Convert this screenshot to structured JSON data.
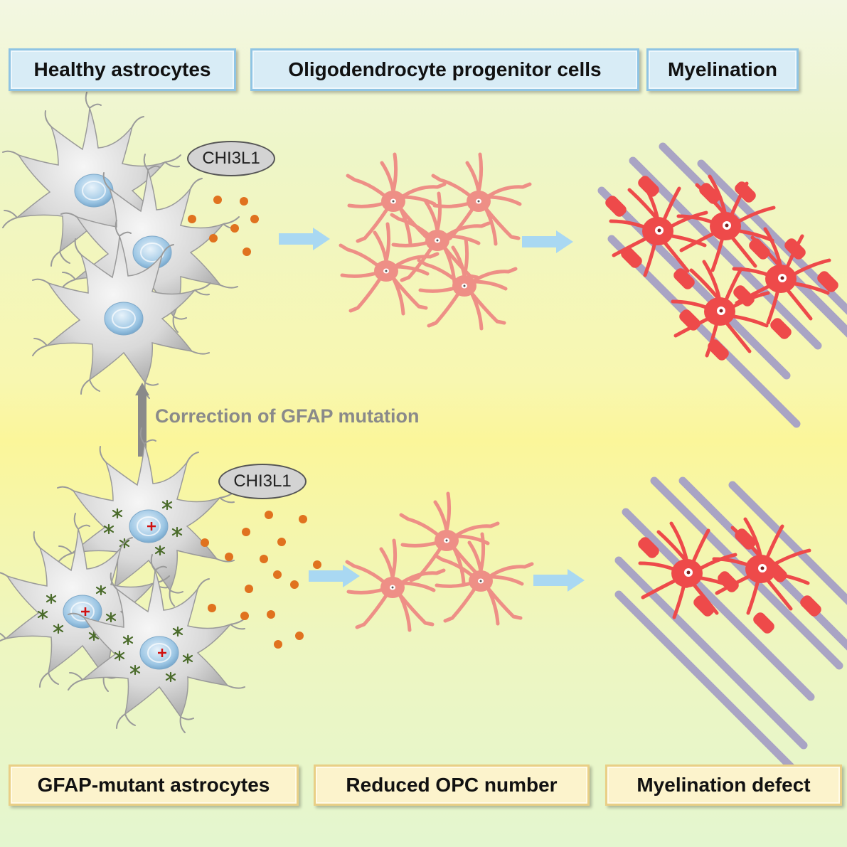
{
  "labels": {
    "healthy_astrocytes": "Healthy astrocytes",
    "opc": "Oligodendrocyte progenitor cells",
    "myelination": "Myelination",
    "gfap_mutant": "GFAP-mutant astrocytes",
    "reduced_opc": "Reduced OPC number",
    "myelination_defect": "Myelination defect",
    "correction": "Correction of GFAP mutation",
    "chi3l1_top": "CHI3L1",
    "chi3l1_bottom": "CHI3L1"
  },
  "colors": {
    "top_box_fill": "#d8ecf6",
    "top_box_border": "#8fc4e4",
    "bottom_box_fill": "#fcf3cc",
    "bottom_box_border": "#e9cf86",
    "flow_arrow": "#a9d8f2",
    "correction_arrow": "#8a8a8a",
    "chi3l1_dot": "#e0721f",
    "opc_cell": "#ee8f86",
    "oligodendrocyte": "#ee4a4a",
    "axon": "#a9a4c4",
    "astrocyte": "#d6d6d6"
  },
  "icons": [
    "astrocyte-cell-icon",
    "mutant-astrocyte-cell-icon",
    "opc-cell-icon",
    "oligodendrocyte-icon",
    "axon-bundle-icon",
    "chi3l1-dot-icon",
    "right-arrow-icon",
    "up-arrow-icon"
  ]
}
